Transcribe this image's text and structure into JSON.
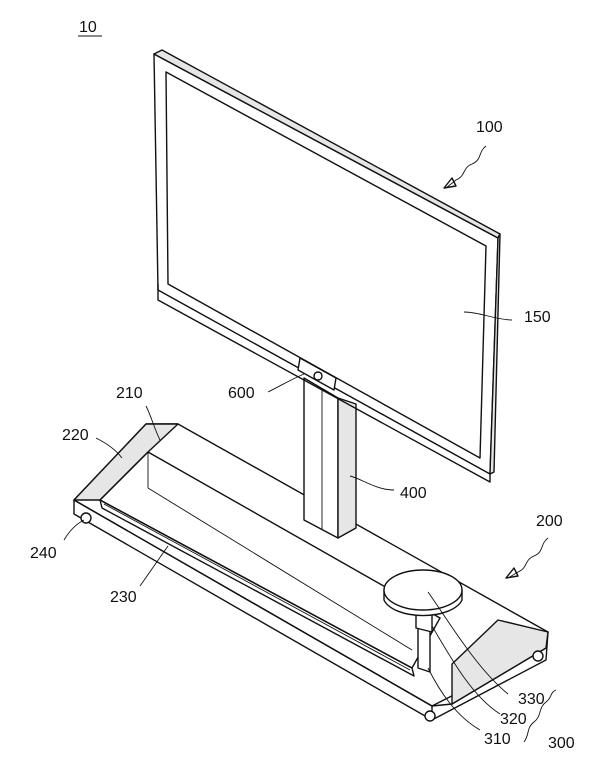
{
  "figure": {
    "number": "10",
    "labels": {
      "display": "100",
      "screen": "150",
      "base": "200",
      "top_panel": "210",
      "side_wall": "220",
      "rail": "230",
      "caster": "240",
      "chair": "300",
      "chair_post": "310",
      "chair_column": "320",
      "chair_seat": "330",
      "stand_column": "400",
      "camera": "600"
    }
  }
}
